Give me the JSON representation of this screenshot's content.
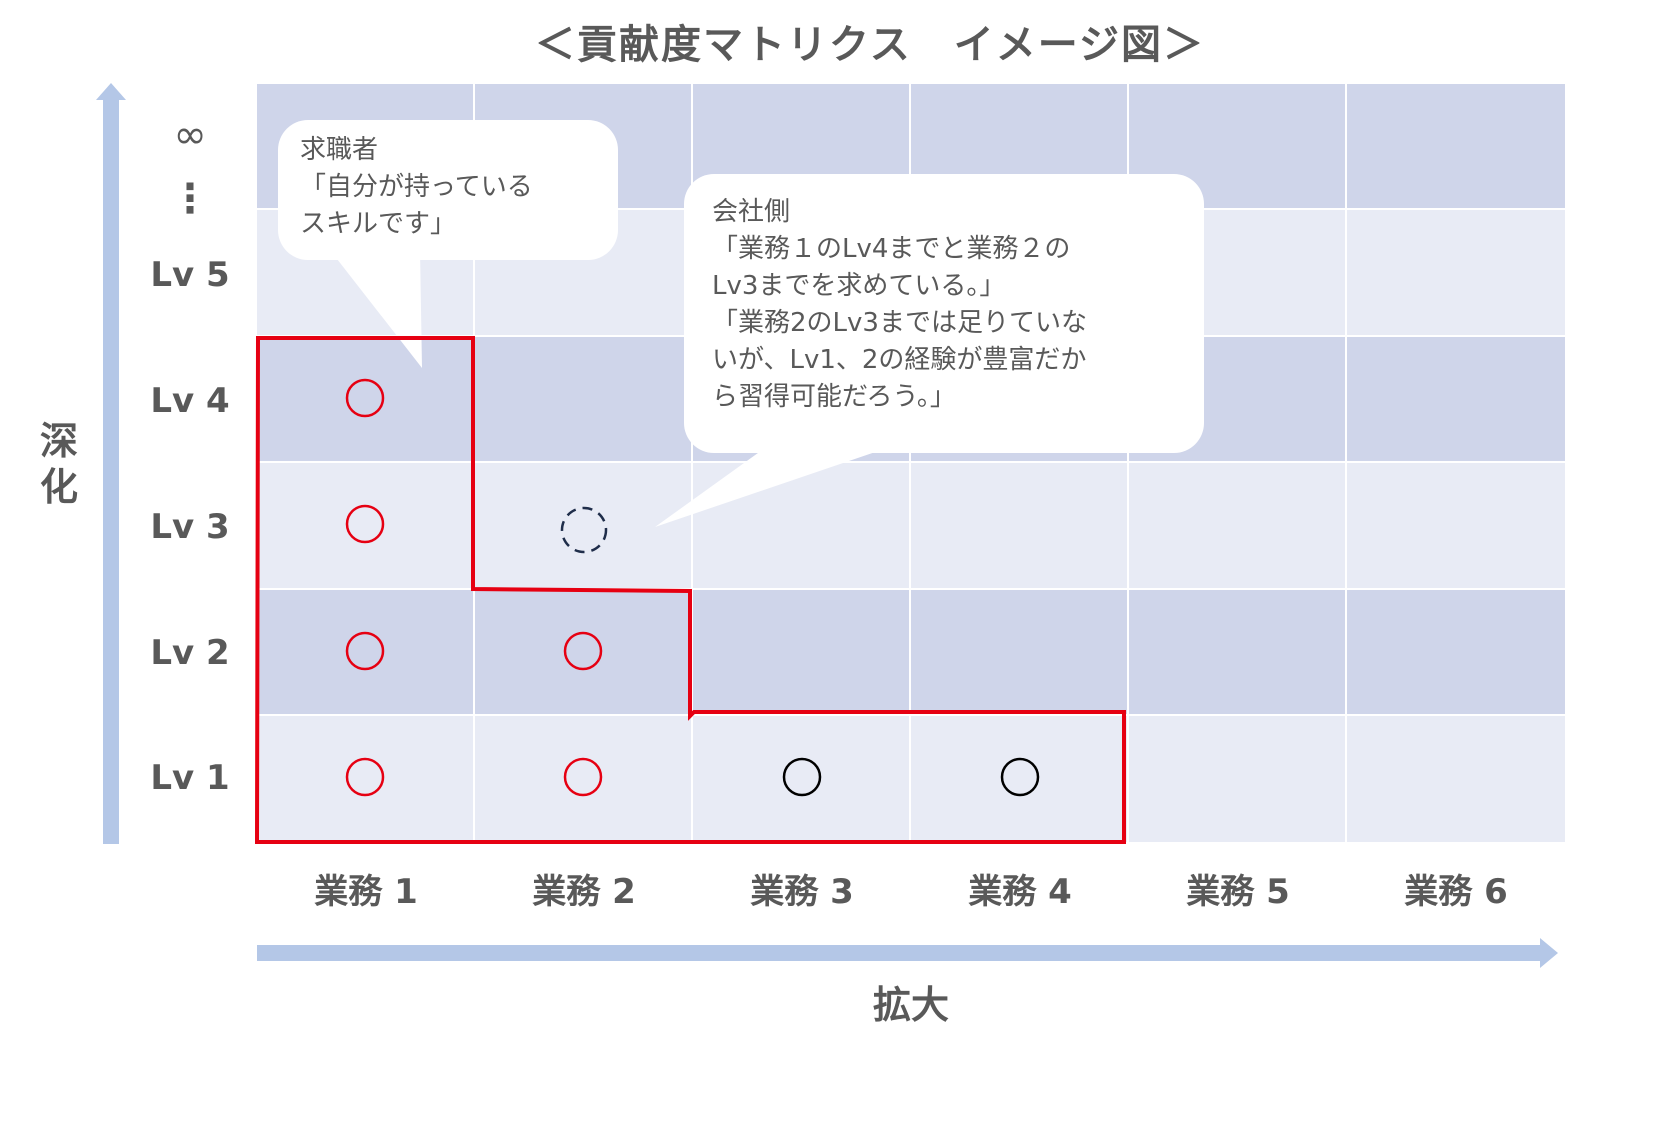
{
  "title": "＜貢献度マトリクス　イメージ図＞",
  "axes": {
    "vertical_label": "深化",
    "horizontal_label": "拡大",
    "arrow_color": "#b4c7e7"
  },
  "rows": [
    {
      "label": "∞",
      "shade": "dark"
    },
    {
      "label": "⋮",
      "shade": "dark"
    },
    {
      "label": "Lv 5",
      "shade": "light"
    },
    {
      "label": "Lv 4",
      "shade": "dark"
    },
    {
      "label": "Lv 3",
      "shade": "light"
    },
    {
      "label": "Lv 2",
      "shade": "dark"
    },
    {
      "label": "Lv 1",
      "shade": "light"
    }
  ],
  "columns": [
    "業務 1",
    "業務 2",
    "業務 3",
    "業務 4",
    "業務 5",
    "業務 6"
  ],
  "colors": {
    "dark_cell": "#cfd5ea",
    "light_cell": "#e8ebf5",
    "highlight_outline": "#e60012",
    "owned_marker": "#e60012",
    "other_marker": "#000000",
    "potential_marker": "#1f2d4a",
    "text": "#595959"
  },
  "markers": [
    {
      "column": "業務 1",
      "level": "Lv 4",
      "type": "owned"
    },
    {
      "column": "業務 1",
      "level": "Lv 3",
      "type": "owned"
    },
    {
      "column": "業務 1",
      "level": "Lv 2",
      "type": "owned"
    },
    {
      "column": "業務 1",
      "level": "Lv 1",
      "type": "owned"
    },
    {
      "column": "業務 2",
      "level": "Lv 2",
      "type": "owned"
    },
    {
      "column": "業務 2",
      "level": "Lv 1",
      "type": "owned"
    },
    {
      "column": "業務 2",
      "level": "Lv 3",
      "type": "potential-dashed"
    },
    {
      "column": "業務 3",
      "level": "Lv 1",
      "type": "other"
    },
    {
      "column": "業務 4",
      "level": "Lv 1",
      "type": "other"
    }
  ],
  "required_region": {
    "description": "業務1 Lv1-4, 業務2 Lv1-3, 業務3-4 Lv1 (red stepped outline)",
    "levels_by_column": {
      "業務 1": 4,
      "業務 2": 3,
      "業務 3": 1,
      "業務 4": 1
    }
  },
  "callouts": {
    "job_seeker": {
      "speaker": "求職者",
      "text": "求職者\n「自分が持っている\nスキルです」"
    },
    "company": {
      "speaker": "会社側",
      "text": "会社側\n「業務１のLv4までと業務２の\nLv3までを求めている。」\n「業務2のLv3までは足りていな\nいが、Lv1、2の経験が豊富だか\nら習得可能だろう。」"
    }
  }
}
